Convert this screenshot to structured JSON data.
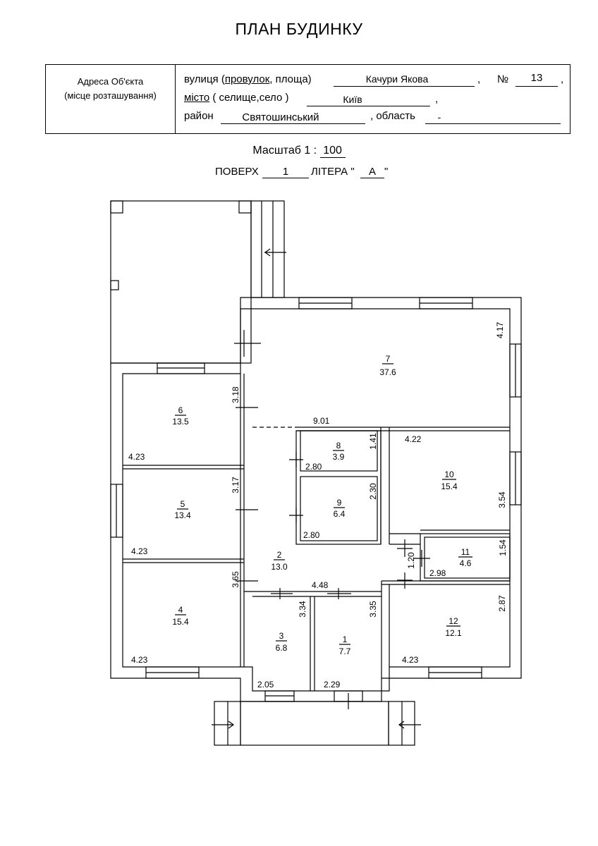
{
  "title": "ПЛАН БУДИНКУ",
  "address": {
    "label_line1": "Адреса Об'єкта",
    "label_line2": "(місце розташування)",
    "street_label_pre": "вулиця (",
    "street_label_underlined": "провулок",
    "street_label_post": ", площа)",
    "street_value": "Качури Якова",
    "number_label": "№",
    "number_value": "13",
    "city_label_underlined": "місто",
    "city_label_post": " ( селище,село )",
    "city_value": "Київ",
    "district_label": "район",
    "district_value": "Святошинський",
    "region_label": "область",
    "region_value": "-"
  },
  "scale": {
    "label": "Масштаб  1 :",
    "value": "100"
  },
  "floor": {
    "floor_label": "ПОВЕРХ",
    "floor_value": "1",
    "litera_label": "ЛІТЕРА \"",
    "litera_value": "А",
    "litera_close": "\""
  },
  "rooms": [
    {
      "number": "1",
      "area": "7.7"
    },
    {
      "number": "2",
      "area": "13.0"
    },
    {
      "number": "3",
      "area": "6.8"
    },
    {
      "number": "4",
      "area": "15.4"
    },
    {
      "number": "5",
      "area": "13.4"
    },
    {
      "number": "6",
      "area": "13.5"
    },
    {
      "number": "7",
      "area": "37.6"
    },
    {
      "number": "8",
      "area": "3.9"
    },
    {
      "number": "9",
      "area": "6.4"
    },
    {
      "number": "10",
      "area": "15.4"
    },
    {
      "number": "11",
      "area": "4.6"
    },
    {
      "number": "12",
      "area": "12.1"
    }
  ],
  "dimensions": {
    "d_4_17": "4.17",
    "d_9_01": "9.01",
    "d_3_18": "3.18",
    "d_4_23_r6": "4.23",
    "d_1_41": "1.41",
    "d_2_80_r8": "2.80",
    "d_4_22": "4.22",
    "d_3_17": "3.17",
    "d_2_30": "2.30",
    "d_3_54": "3.54",
    "d_2_80_r9": "2.80",
    "d_4_23_r5": "4.23",
    "d_1_54": "1.54",
    "d_1_20": "1.20",
    "d_2_98": "2.98",
    "d_3_65": "3.65",
    "d_4_48": "4.48",
    "d_3_34": "3.34",
    "d_3_35": "3.35",
    "d_2_87": "2.87",
    "d_4_23_r4": "4.23",
    "d_4_23_r12": "4.23",
    "d_2_05": "2.05",
    "d_2_29": "2.29"
  }
}
